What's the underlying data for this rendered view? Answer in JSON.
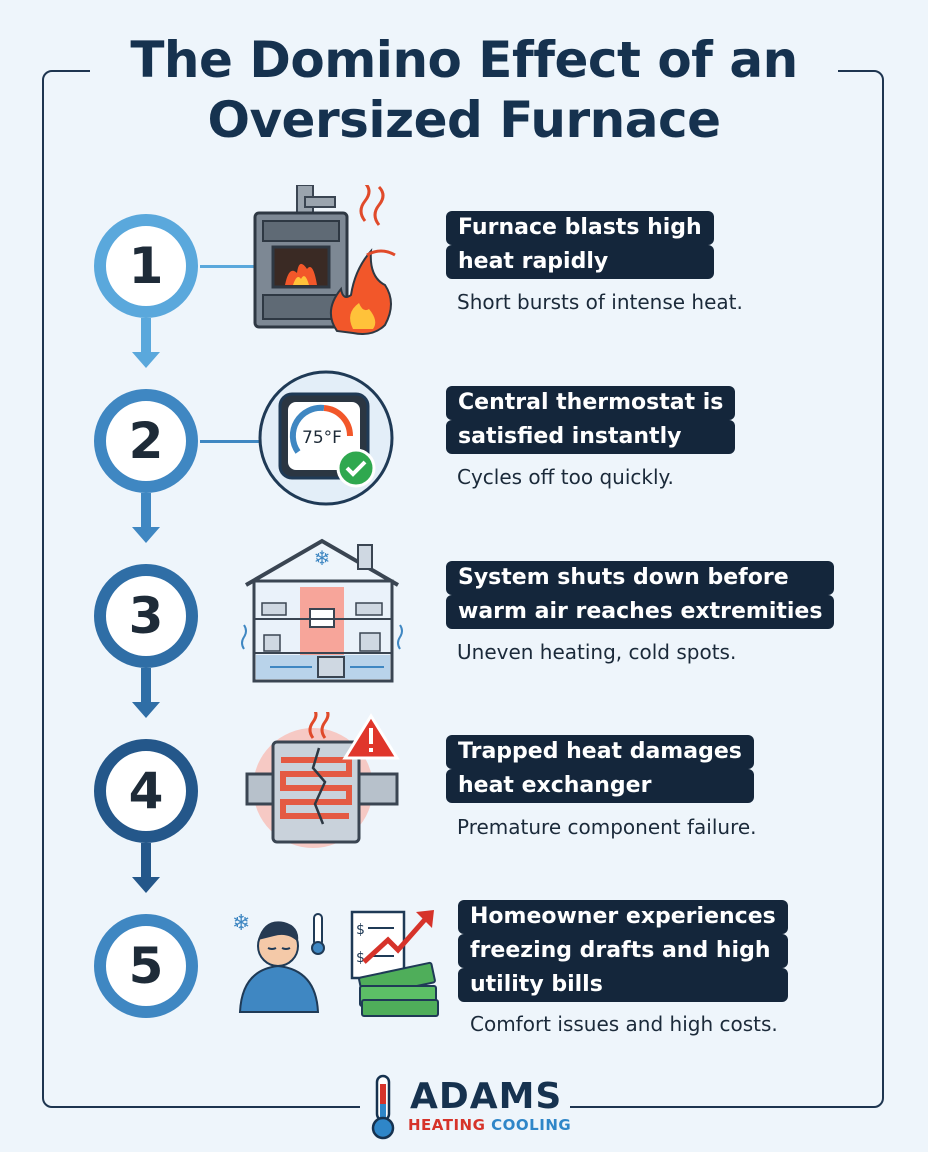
{
  "title": {
    "line1": "The Domino Effect of an",
    "line2": "Oversized Furnace"
  },
  "steps": [
    {
      "number": "1",
      "heading_lines": [
        "Furnace blasts high",
        "heat rapidly"
      ],
      "description": "Short bursts of intense heat.",
      "icon": "furnace-fire-icon"
    },
    {
      "number": "2",
      "heading_lines": [
        "Central thermostat is",
        "satisfied instantly"
      ],
      "description": "Cycles off too quickly.",
      "icon": "thermostat-icon",
      "thermostat_reading": "75°F"
    },
    {
      "number": "3",
      "heading_lines": [
        "System shuts down before",
        "warm air reaches extremities"
      ],
      "description": "Uneven heating, cold spots.",
      "icon": "house-airflow-icon"
    },
    {
      "number": "4",
      "heading_lines": [
        "Trapped heat damages",
        "heat exchanger"
      ],
      "description": "Premature component failure.",
      "icon": "cracked-heat-exchanger-icon"
    },
    {
      "number": "5",
      "heading_lines": [
        "Homeowner experiences",
        "freezing drafts and high",
        "utility bills"
      ],
      "description": "Comfort issues and high costs.",
      "icon": "cold-homeowner-bills-icon"
    }
  ],
  "logo": {
    "name": "ADAMS",
    "sub1": "HEATING",
    "sub2": "COOLING"
  },
  "colors": {
    "navy": "#14263b",
    "step1": "#5aa8dc",
    "step2": "#3f87c2",
    "step3": "#2f6ea6",
    "step4": "#24578a",
    "step5": "#3f87c2",
    "fire": "#f2572a",
    "logo_red": "#d6332a",
    "logo_blue": "#2f86c8"
  }
}
